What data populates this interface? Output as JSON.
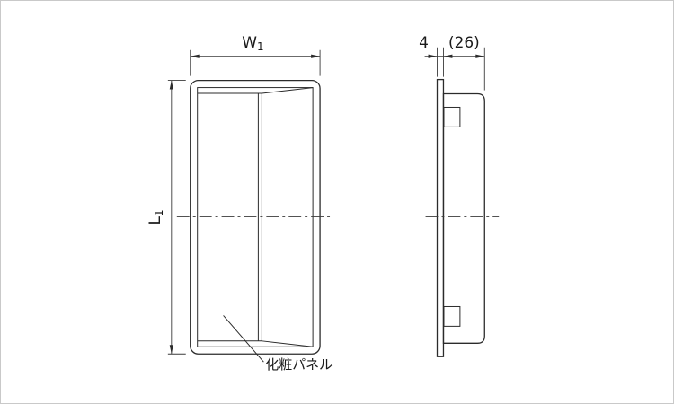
{
  "labels": {
    "width_dim": {
      "base": "W",
      "sub": "1"
    },
    "length_dim": {
      "base": "L",
      "sub": "1"
    },
    "thickness_dim": "4",
    "depth_dim": "(26)",
    "panel_label": "化粧パネル"
  },
  "colors": {
    "background": "#ffffff",
    "part_fill": "#d6d7d8",
    "recess_fill": "#d2d4d5",
    "line": "#2b2b2b",
    "dim_line": "#3a3a3a"
  }
}
